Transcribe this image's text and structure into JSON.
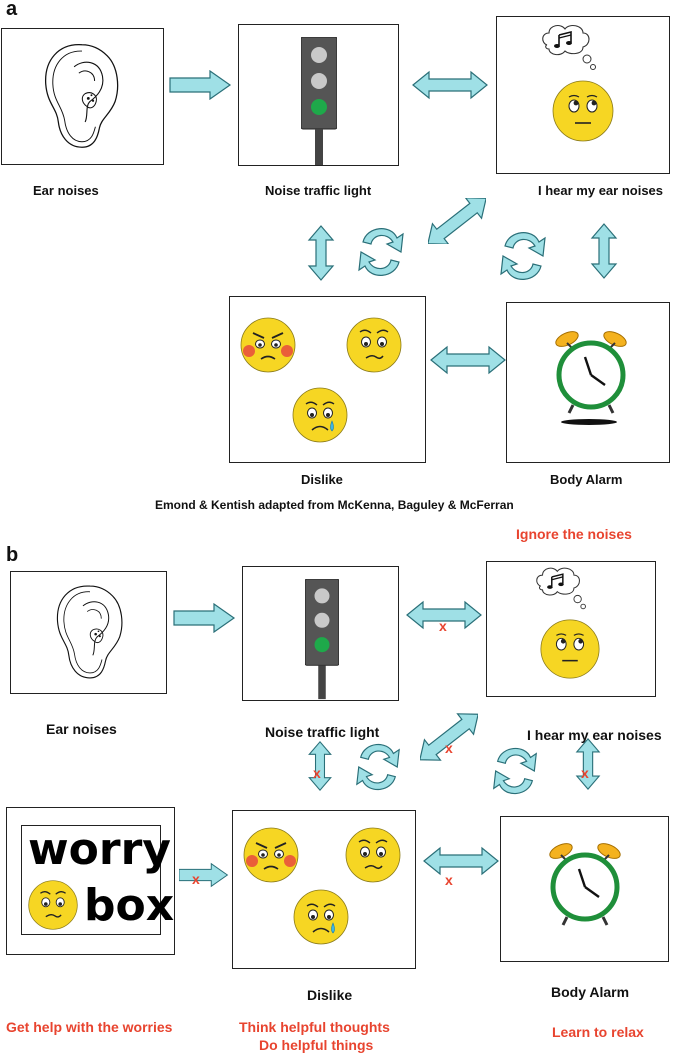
{
  "panel_a": {
    "letter": "a",
    "labels": {
      "ear": "Ear noises",
      "traffic": "Noise traffic light",
      "hear": "I hear my ear noises",
      "dislike": "Dislike",
      "alarm": "Body Alarm"
    },
    "credit": "Emond & Kentish adapted from McKenna, Baguley & McFerran"
  },
  "panel_b": {
    "letter": "b",
    "labels": {
      "ear": "Ear noises",
      "traffic": "Noise traffic light",
      "hear": "I hear my ear noises",
      "dislike": "Dislike",
      "alarm": "Body Alarm"
    },
    "worry_box": {
      "word1": "worry",
      "word2": "box"
    },
    "advice": {
      "ignore": "Ignore the noises",
      "worries": "Get help with the worries",
      "thoughts_line1": "Think helpful thoughts",
      "thoughts_line2": "Do helpful things",
      "relax": "Learn to relax"
    },
    "x_mark": "x"
  },
  "colors": {
    "arrow_fill": "#9fe0e6",
    "arrow_stroke": "#2a6f78",
    "light_green": "#1ea94a",
    "emoji_yellow": "#f6d623",
    "alarm_green": "#1f8f3a",
    "red_text": "#e8442f"
  }
}
